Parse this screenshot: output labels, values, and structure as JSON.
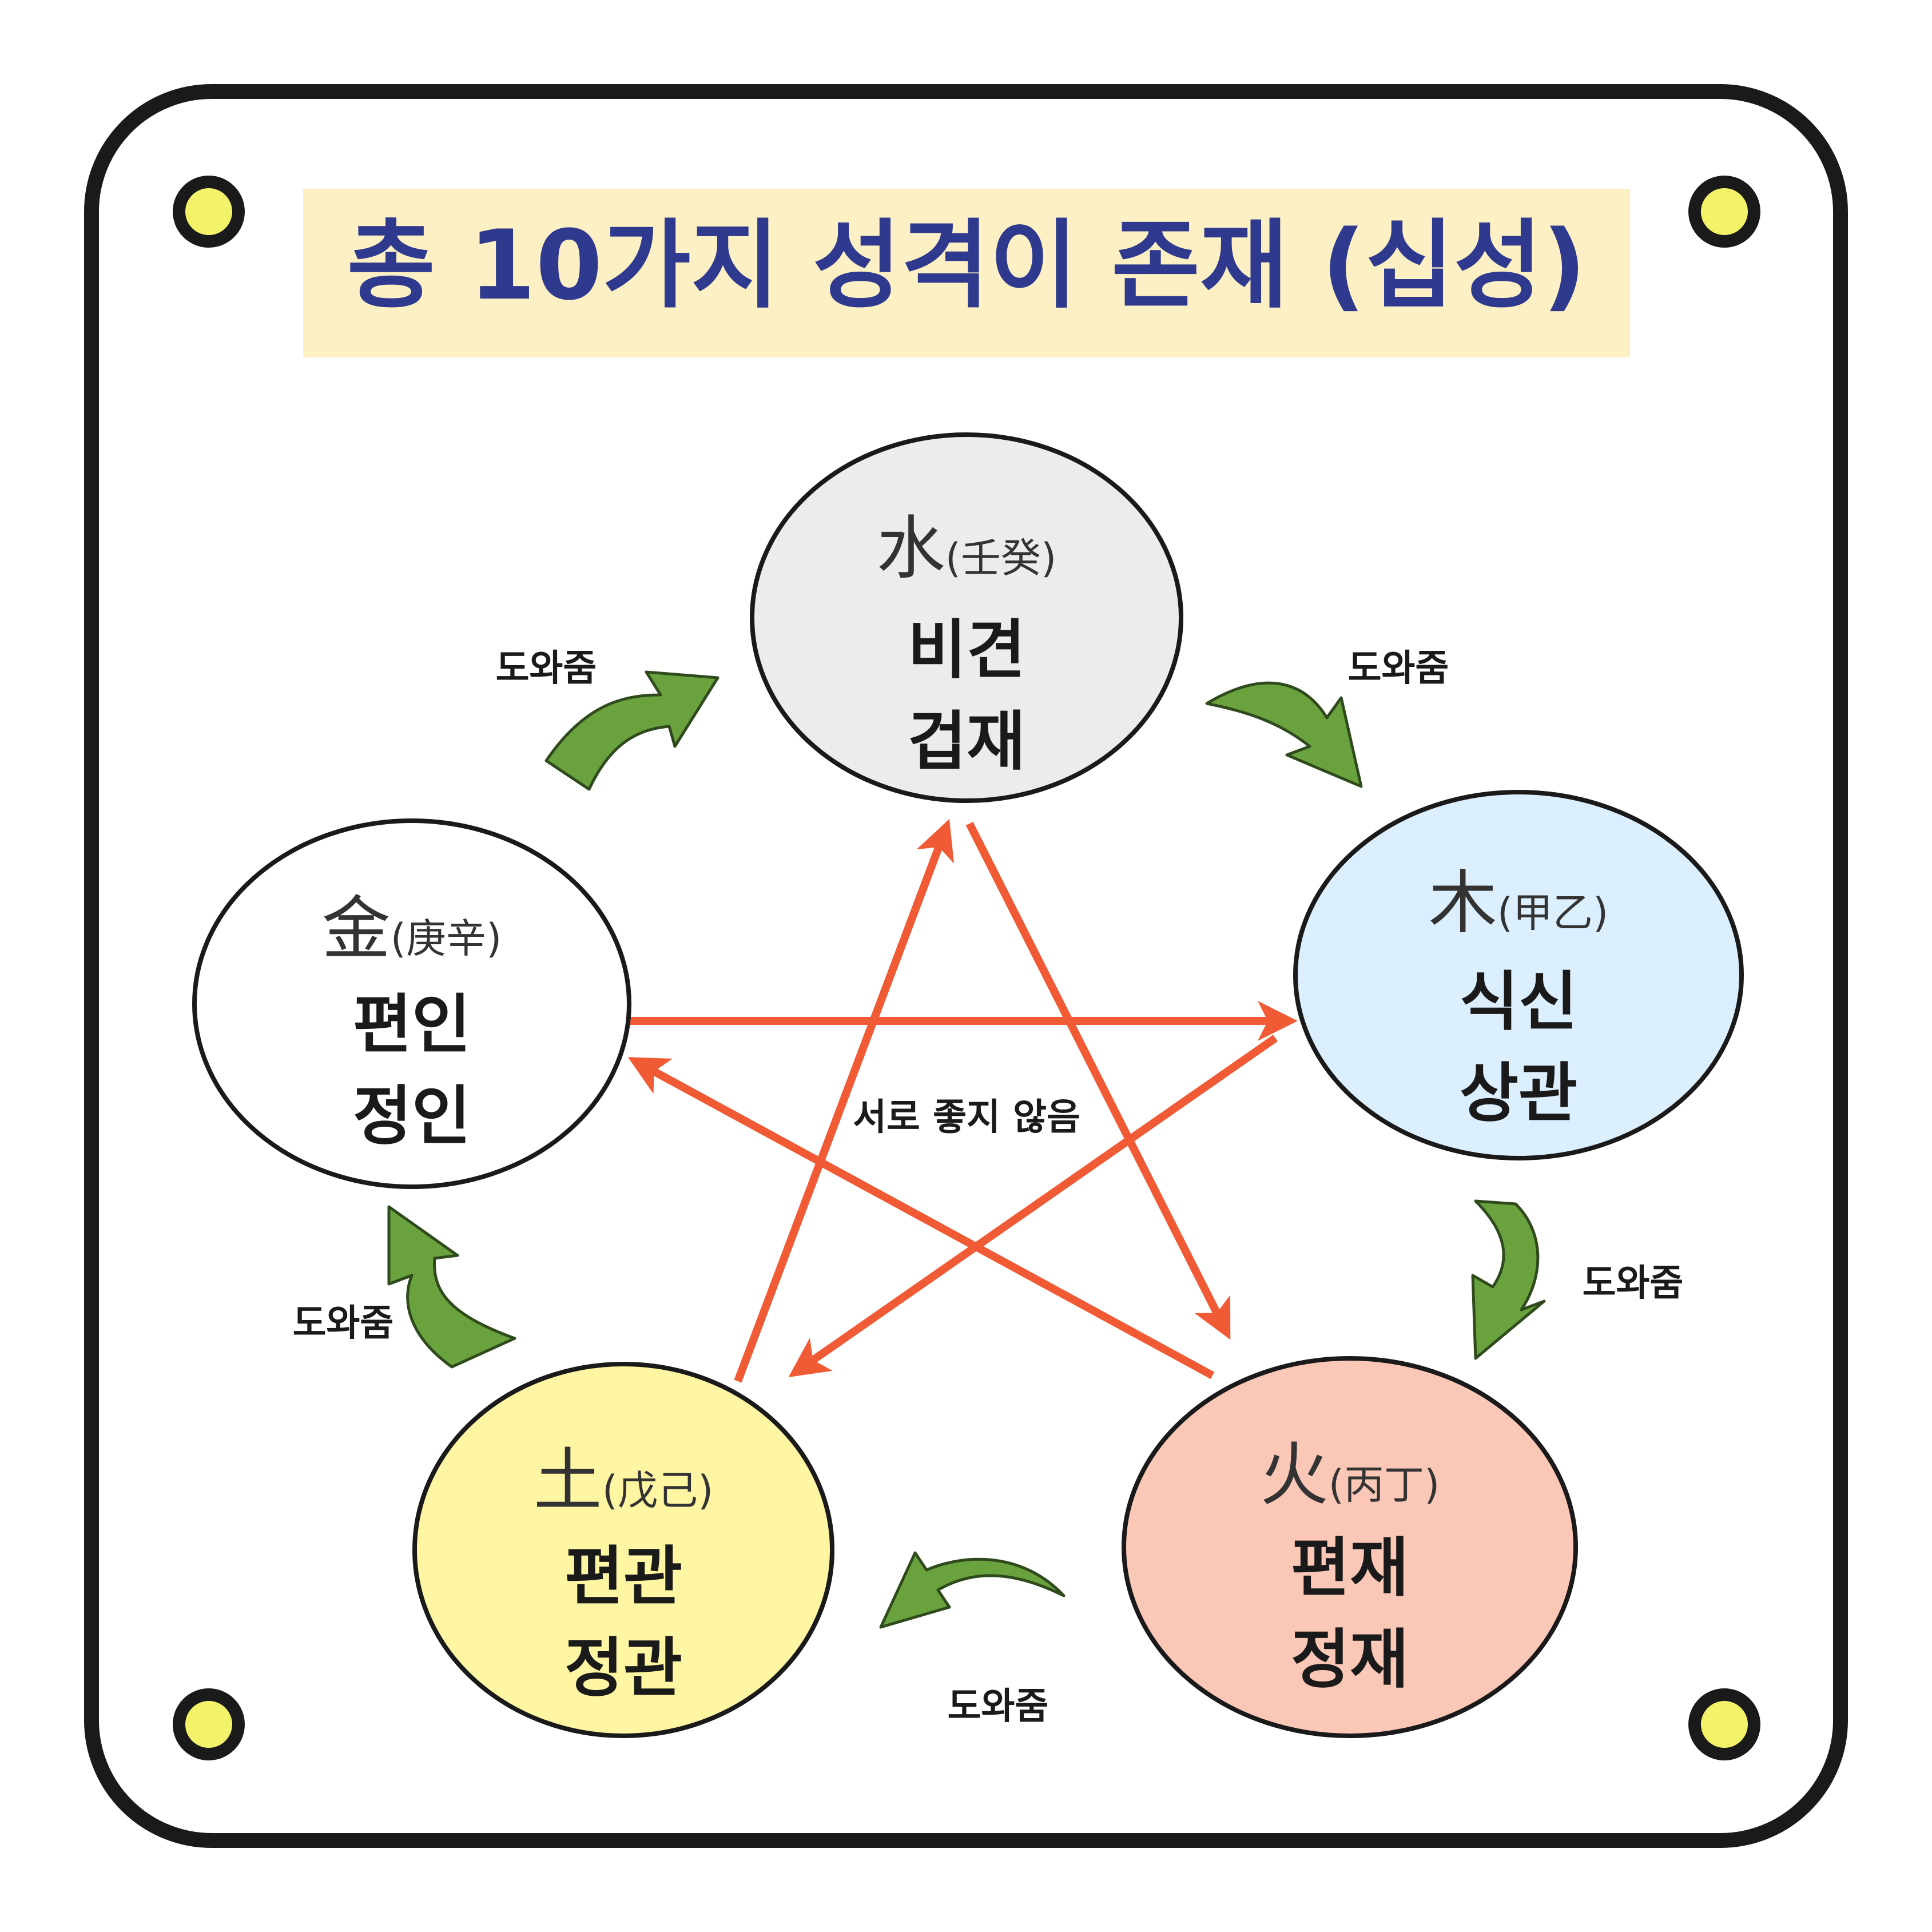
{
  "title": "총 10가지 성격이 존재 (십성)",
  "colors": {
    "frame": "#1a1a1a",
    "title_bg": "#fdf0c4",
    "title_text": "#2f3a8f",
    "dot_fill": "#f3f36a",
    "support_arrow": "#6aa33e",
    "control_arrow": "#f05a35"
  },
  "elements": {
    "water": {
      "char": "水",
      "stems": "(壬癸)",
      "god1": "비견",
      "god2": "겁재",
      "fill": "#ececec"
    },
    "wood": {
      "char": "木",
      "stems": "(甲乙)",
      "god1": "식신",
      "god2": "상관",
      "fill": "#dcefff"
    },
    "fire": {
      "char": "火",
      "stems": "(丙丁)",
      "god1": "편재",
      "god2": "정재",
      "fill": "#fbc8b8"
    },
    "earth": {
      "char": "土",
      "stems": "(戊己)",
      "god1": "편관",
      "god2": "정관",
      "fill": "#fef6a3"
    },
    "metal": {
      "char": "金",
      "stems": "(庚辛)",
      "god1": "편인",
      "god2": "정인",
      "fill": "#ffffff"
    }
  },
  "labels": {
    "support": "도와줌",
    "conflict": "서로 좋지 않음"
  }
}
